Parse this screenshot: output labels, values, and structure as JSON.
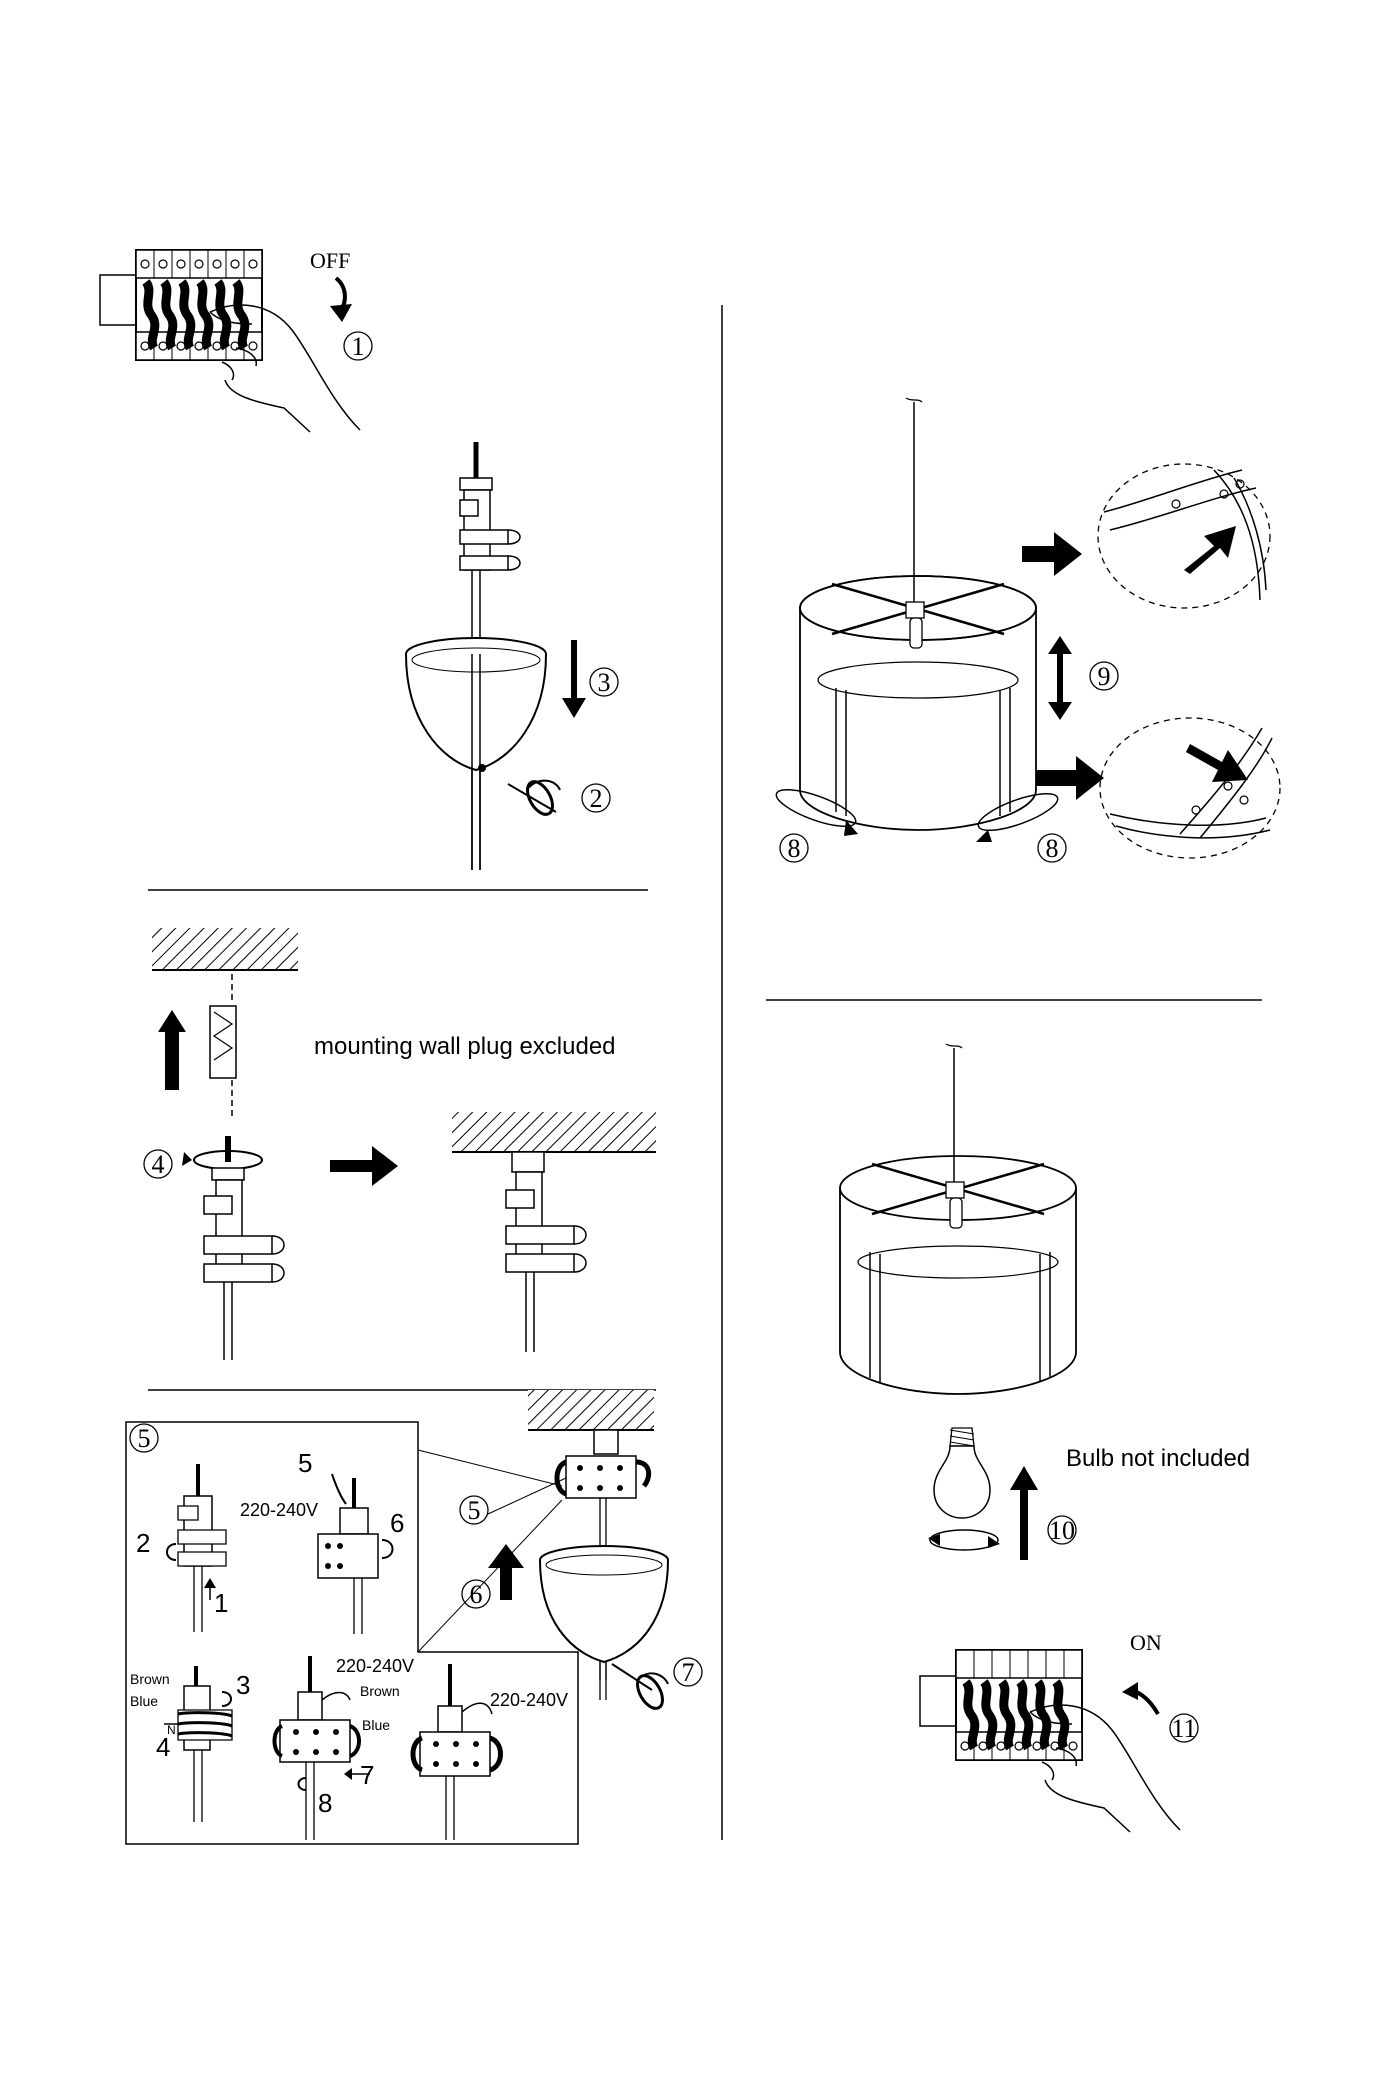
{
  "steps": {
    "s1": "1",
    "s2": "2",
    "s3": "3",
    "s4": "4",
    "s5": "5",
    "s5b": "5",
    "s6": "6",
    "s7": "7",
    "s8a": "8",
    "s8b": "8",
    "s9": "9",
    "s10": "10",
    "s11": "11"
  },
  "texts": {
    "off": "OFF",
    "on": "ON",
    "wall_plug": "mounting wall plug excluded",
    "bulb": "Bulb not included"
  },
  "wiring": {
    "voltage": "220-240V",
    "brown": "Brown",
    "blue": "Blue",
    "n": "N",
    "sub": [
      "1",
      "2",
      "3",
      "4",
      "5",
      "6",
      "7",
      "8"
    ]
  }
}
